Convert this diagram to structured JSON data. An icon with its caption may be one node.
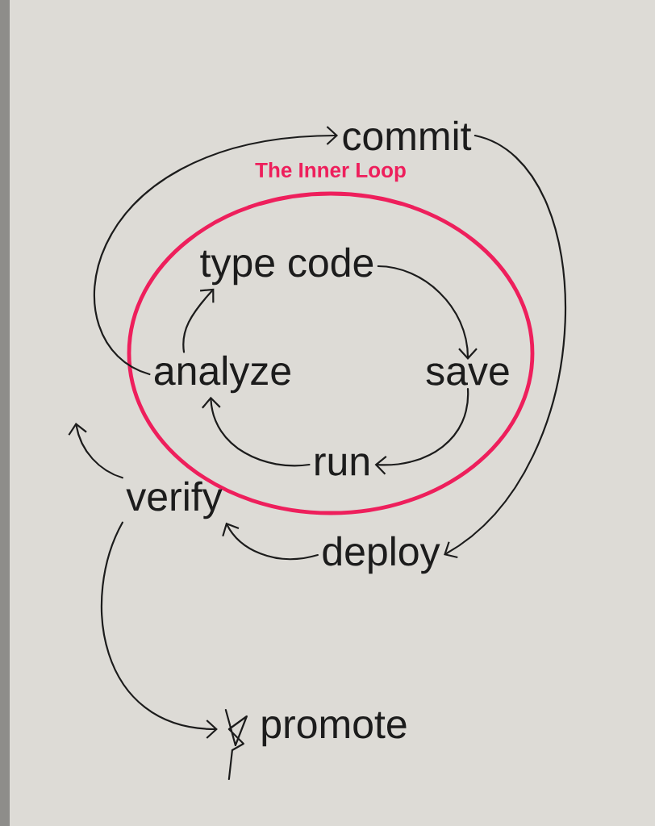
{
  "diagram": {
    "nodes": [
      {
        "text": [
          "commit"
        ]
      },
      {
        "text": [
          "The Inner Loop"
        ]
      },
      {
        "text": [
          "type code"
        ],
        "in": 1
      },
      {
        "text": [
          "save"
        ],
        "in": 1
      },
      {
        "text": [
          "run"
        ],
        "in": 1
      },
      {
        "text": [
          "analyze"
        ],
        "in": 1
      },
      {
        "text": [
          "verify"
        ]
      },
      {
        "text": [
          "deploy"
        ]
      },
      {
        "text": [
          "promote"
        ]
      }
    ],
    "edges": [
      {
        "from": 5,
        "to": 0,
        "arrow": "to"
      },
      {
        "from": 0,
        "to": 7,
        "arrow": "to"
      },
      {
        "from": 2,
        "to": 3,
        "arrow": "to"
      },
      {
        "from": 3,
        "to": 4,
        "arrow": "to"
      },
      {
        "from": 4,
        "to": 5,
        "arrow": "to"
      },
      {
        "from": 5,
        "to": 2,
        "arrow": "to"
      },
      {
        "from": 7,
        "to": 6,
        "arrow": "to"
      },
      {
        "from": 6,
        "to": 8,
        "arrow": "to"
      },
      {
        "from": 6,
        "to": null,
        "arrow": "to"
      }
    ]
  }
}
